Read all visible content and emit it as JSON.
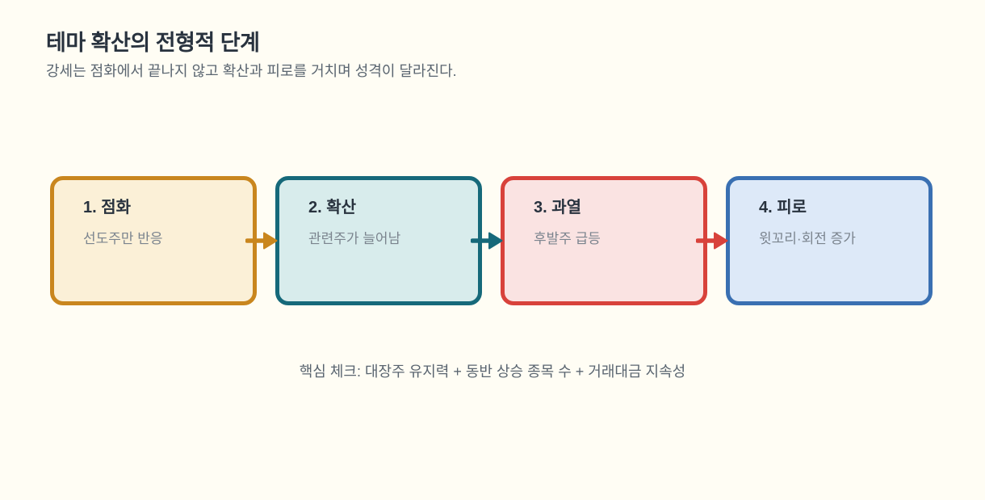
{
  "page": {
    "background": "#FFFDF4",
    "title": "테마 확산의 전형적 단계",
    "subtitle": "강세는 점화에서 끝나지 않고 확산과 피로를 거치며 성격이 달라진다.",
    "note": "핵심 체크: 대장주 유지력 + 동반 상승 종목 수 + 거래대금 지속성"
  },
  "diagram": {
    "stages": [
      {
        "title": "1. 점화",
        "desc": "선도주만 반응",
        "fill": "#FBF0D7",
        "border": "#C9861E"
      },
      {
        "title": "2. 확산",
        "desc": "관련주가 늘어남",
        "fill": "#D8ECEC",
        "border": "#16697A"
      },
      {
        "title": "3. 과열",
        "desc": "후발주 급등",
        "fill": "#FAE3E2",
        "border": "#D8423B"
      },
      {
        "title": "4. 피로",
        "desc": "윗꼬리·회전 증가",
        "fill": "#DDE9F8",
        "border": "#3A70B2"
      }
    ],
    "arrows": [
      {
        "color": "#C9861E"
      },
      {
        "color": "#16697A"
      },
      {
        "color": "#D8423B"
      }
    ]
  }
}
